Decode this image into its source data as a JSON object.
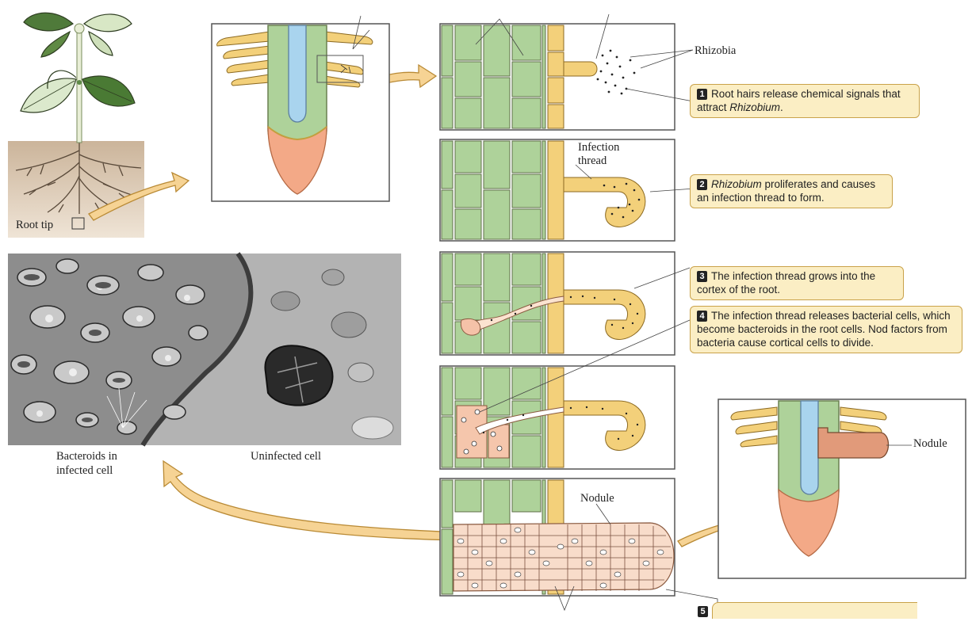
{
  "labels": {
    "root_tip": "Root tip",
    "rhizobia": "Rhizobia",
    "infection_thread": "Infection thread",
    "infection_thread_line1": "Infection",
    "infection_thread_line2": "thread",
    "nodule_panel": "Nodule",
    "nodule_side": "Nodule",
    "bacteroids_line1": "Bacteroids in",
    "bacteroids_line2": "infected cell",
    "uninfected_cell": "Uninfected cell"
  },
  "steps": [
    {
      "number": "1",
      "text_before": "Root hairs release chemical signals that attract ",
      "text_italic": "Rhizobium",
      "text_after": "."
    },
    {
      "number": "2",
      "text_before": "",
      "text_italic": "Rhizobium",
      "text_after": " proliferates and causes an infection thread to form."
    },
    {
      "number": "3",
      "text_before": "The infection thread grows into the cortex of the root.",
      "text_italic": "",
      "text_after": ""
    },
    {
      "number": "4",
      "text_before": "The infection thread releases bacterial cells, which become bacteroids in the root cells. Nod factors from bacteria cause cortical cells to divide.",
      "text_italic": "",
      "text_after": ""
    },
    {
      "number": "5",
      "text_before": "",
      "text_italic": "",
      "text_after": ""
    }
  ],
  "colors": {
    "cortex_green": "#aed29a",
    "stele_blue": "#a9d4ee",
    "root_cap_peach": "#f3a987",
    "root_hair_yellow": "#f3d07a",
    "nodule_brown": "#e19a7a",
    "caption_fill": "#fbeec4",
    "arrow_fill": "#f6d394"
  }
}
